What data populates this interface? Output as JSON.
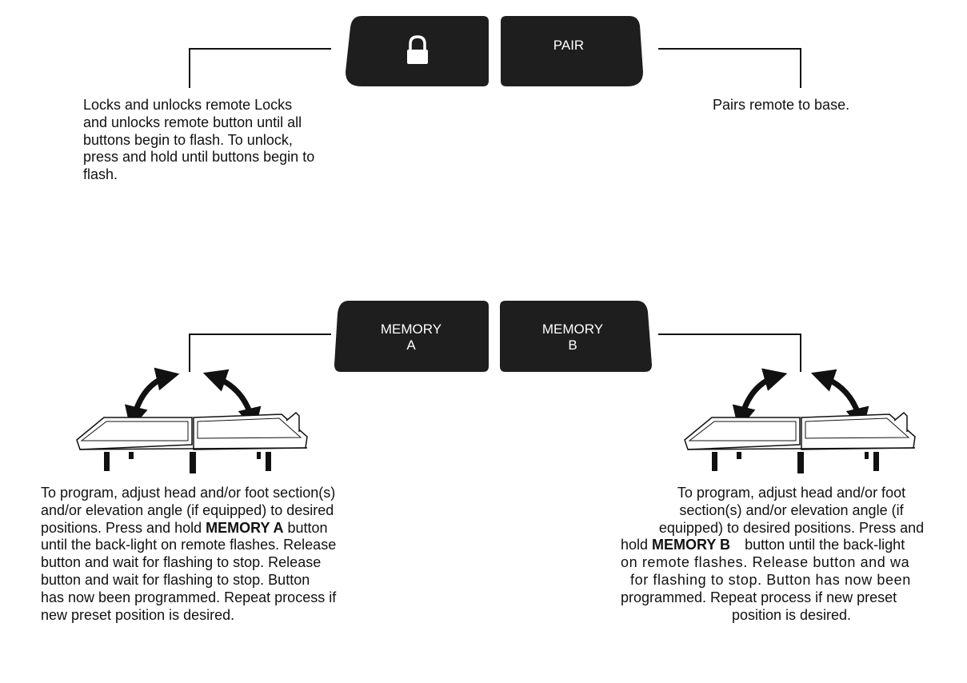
{
  "colors": {
    "button_fill": "#1e1e1e",
    "text": "#111111",
    "button_text": "#ffffff",
    "background": "#ffffff"
  },
  "buttons": {
    "lock": {
      "icon": "padlock-icon"
    },
    "pair": {
      "label": "PAIR"
    },
    "memory_a": {
      "label": "MEMORY\nA"
    },
    "memory_b": {
      "label": "MEMORY\nB"
    }
  },
  "descriptions": {
    "lock": {
      "lines": [
        "Locks and unlocks remote Locks",
        "and unlocks remote button until all",
        "buttons begin to flash. To unlock,",
        "press and hold until buttons begin to",
        "flash."
      ]
    },
    "pair": {
      "text": "Pairs remote to base."
    },
    "memory_a": {
      "line1": "To program, adjust head and/or foot section(s)",
      "line2": "and/or elevation angle (if equipped) to desired",
      "line3_pre": "positions. Press and hold ",
      "line3_bold": "MEMORY A",
      "line3_post": " button",
      "line4": "until the back-light on remote flashes. Release",
      "line5": "button and wait for flashing to stop. Release",
      "line6": "button and wait for flashing to stop. Button",
      "line7": "has now been programmed. Repeat process if",
      "line8": "new preset position is desired."
    },
    "memory_b": {
      "line1": "To program, adjust head and/or foot",
      "line2": "section(s) and/or elevation angle (if",
      "line3": "equipped) to desired positions. Press and",
      "line4_pre": "hold ",
      "line4_bold": "MEMORY B",
      "line4_post": "button until the back-light",
      "line5": "on remote flashes. Release button and wa",
      "line6": "for flashing to stop. Button has now been",
      "line7": "programmed. Repeat process if new preset",
      "line8": "position is desired."
    }
  }
}
